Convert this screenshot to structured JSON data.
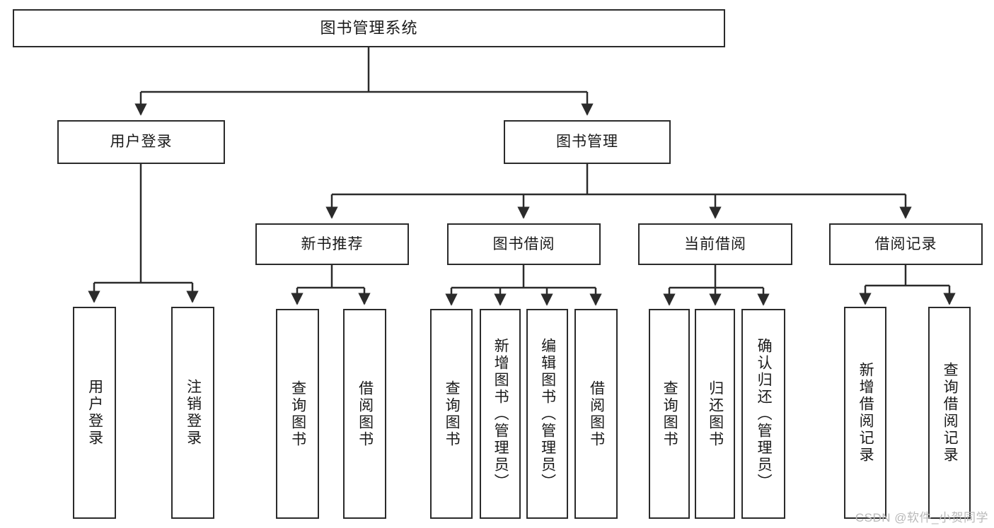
{
  "diagram": {
    "title": "图书管理系统",
    "type": "tree-hierarchy",
    "watermark": "CSDN @软件_小贺同学",
    "colors": {
      "stroke": "#2b2b2b",
      "fill": "#ffffff",
      "text": "#1a1a1a",
      "watermark": "#b9b9b9"
    },
    "nodes": {
      "root": {
        "label": "图书管理系统"
      },
      "level2": [
        {
          "id": "user-login",
          "label": "用户登录"
        },
        {
          "id": "book-manage",
          "label": "图书管理"
        }
      ],
      "level3": [
        {
          "id": "new-book-rec",
          "label": "新书推荐"
        },
        {
          "id": "book-borrow",
          "label": "图书借阅"
        },
        {
          "id": "current-borrow",
          "label": "当前借阅"
        },
        {
          "id": "borrow-record",
          "label": "借阅记录"
        }
      ],
      "leaves": [
        {
          "id": "leaf-user-login",
          "label": "用户登录"
        },
        {
          "id": "leaf-logout",
          "label": "注销登录"
        },
        {
          "id": "leaf-query-book-1",
          "label": "查询图书"
        },
        {
          "id": "leaf-borrow-book-1",
          "label": "借阅图书"
        },
        {
          "id": "leaf-query-book-2",
          "label": "查询图书"
        },
        {
          "id": "leaf-add-book",
          "label": "新增图书（管理员）"
        },
        {
          "id": "leaf-edit-book",
          "label": "编辑图书（管理员）"
        },
        {
          "id": "leaf-borrow-book-2",
          "label": "借阅图书"
        },
        {
          "id": "leaf-query-book-3",
          "label": "查询图书"
        },
        {
          "id": "leaf-return-book",
          "label": "归还图书"
        },
        {
          "id": "leaf-confirm-return",
          "label": "确认归还（管理员）"
        },
        {
          "id": "leaf-add-record",
          "label": "新增借阅记录"
        },
        {
          "id": "leaf-query-record",
          "label": "查询借阅记录"
        }
      ]
    }
  }
}
